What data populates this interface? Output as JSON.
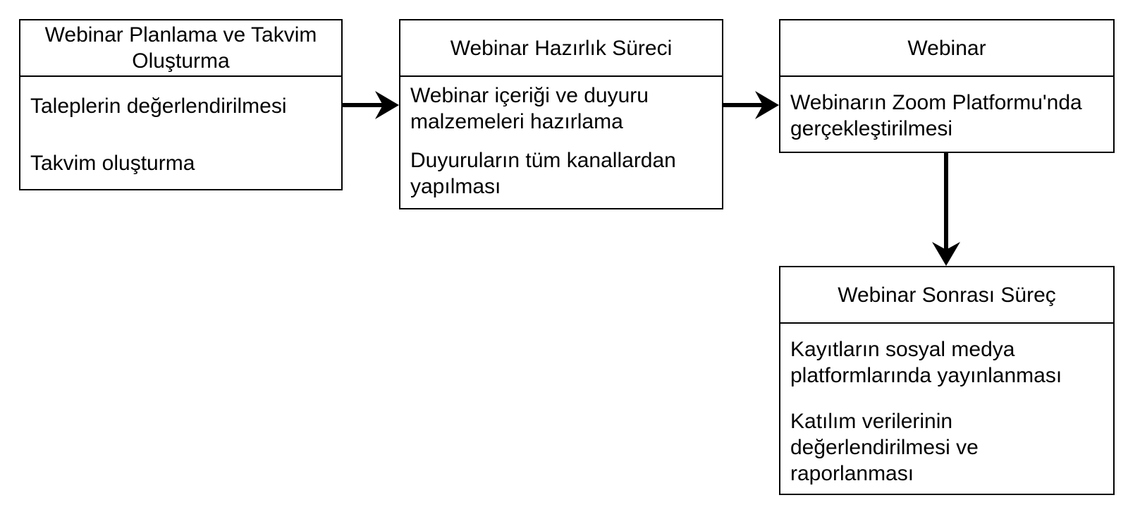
{
  "boxes": {
    "planning": {
      "title_line1": "Webinar Planlama ve Takvim",
      "title_line2": "Oluşturma",
      "items": [
        "Taleplerin değerlendirilmesi",
        "Takvim oluşturma"
      ]
    },
    "preparation": {
      "title": "Webinar Hazırlık Süreci",
      "item1_line1": "Webinar içeriği ve duyuru",
      "item1_line2": "malzemeleri hazırlama",
      "item2_line1": "Duyuruların tüm kanallardan",
      "item2_line2": "yapılması"
    },
    "webinar": {
      "title": "Webinar",
      "item1_line1": "Webinarın Zoom Platformu'nda",
      "item1_line2": "gerçekleştirilmesi"
    },
    "post": {
      "title": "Webinar Sonrası Süreç",
      "item1_line1": "Kayıtların sosyal medya",
      "item1_line2": "platformlarında yayınlanması",
      "item2_line1": "Katılım verilerinin",
      "item2_line2": "değerlendirilmesi ve",
      "item2_line3": "raporlanması"
    }
  },
  "colors": {
    "stroke": "#000000",
    "background": "#ffffff"
  }
}
